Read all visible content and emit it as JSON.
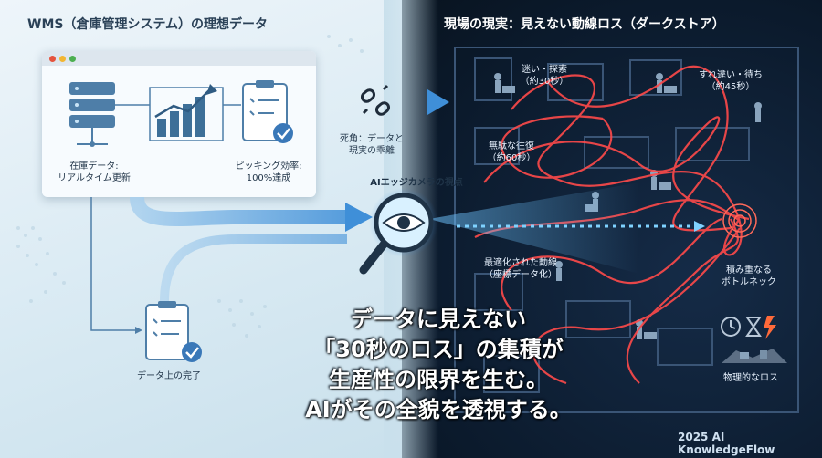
{
  "left_title": "WMS（倉庫管理システム）の理想データ",
  "right_title": "現場の現実：見えない動線ロス（ダークストア）",
  "inventory_label": [
    "在庫データ:",
    "リアルタイム更新"
  ],
  "picking_label": [
    "ピッキング効率:",
    "100%達成"
  ],
  "blindspot_label": [
    "死角：データと",
    "現実の乖離"
  ],
  "camera_label": "AIエッジカメラの視点",
  "data_complete_label": "データ上の完了",
  "lost_label": [
    "迷い・探索",
    "（約30秒）"
  ],
  "passing_label": [
    "すれ違い・待ち",
    "（約45秒）"
  ],
  "wasted_label": [
    "無駄な往復",
    "（約60秒）"
  ],
  "optimized_label": [
    "最適化された動線",
    "（座標データ化）"
  ],
  "bottleneck_label": [
    "積み重なる",
    "ボトルネック"
  ],
  "physical_loss_label": "物理的なロス",
  "headline": [
    "データに見えない",
    "「30秒のロス」の集積が",
    "生産性の限界を生む。",
    "AIがその全貌を透視する。"
  ],
  "footer": "2025 AI KnowledgeFlow",
  "colors": {
    "flow_blue": "#3f8fd8",
    "loss_red": "#ff4a4a",
    "panel": "#f7fbfe",
    "dark_bg": "#0b1a2c"
  }
}
